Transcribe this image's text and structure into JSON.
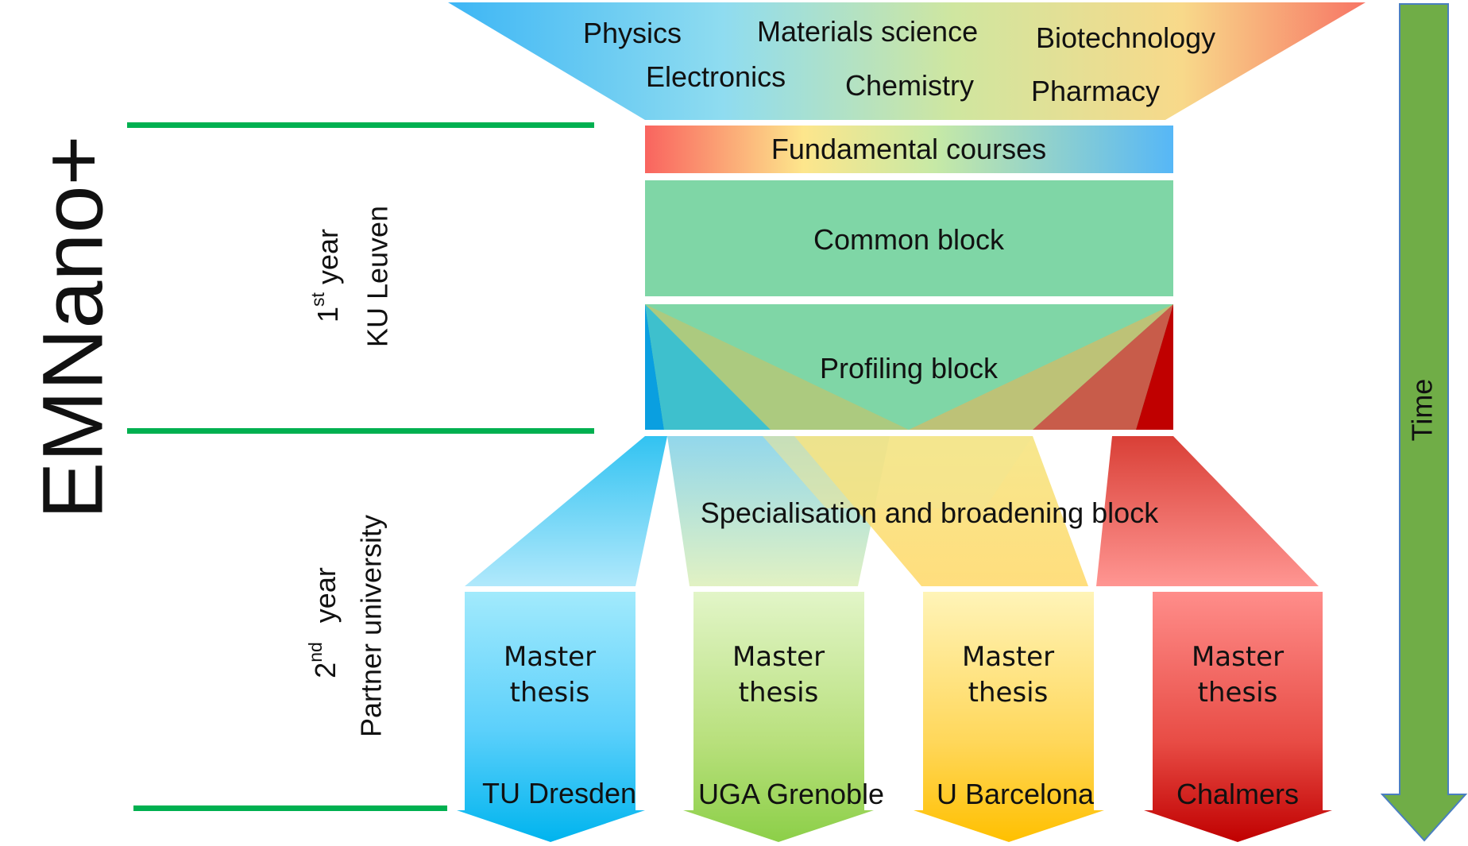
{
  "title": "EMNano+",
  "disciplines": [
    "Physics",
    "Materials science",
    "Biotechnology",
    "Electronics",
    "Chemistry",
    "Pharmacy"
  ],
  "blocks": {
    "fundamental": "Fundamental courses",
    "common": "Common block",
    "profiling": "Profiling block",
    "specialisation": "Specialisation and broadening block"
  },
  "year1": {
    "ordinal_num": "1",
    "ordinal_sup": "st",
    "word": "year",
    "place": "KU Leuven"
  },
  "year2": {
    "ordinal_num": "2",
    "ordinal_sup": "nd",
    "word": "year",
    "place": "Partner university"
  },
  "thesis": {
    "line1": "Master",
    "line2": "thesis"
  },
  "universities": [
    "TU Dresden",
    "UGA Grenoble",
    "U Barcelona",
    "Chalmers"
  ],
  "time_label": "Time",
  "colors": {
    "blue": "#35b7f2",
    "green": "#7fd6a6",
    "lime": "#92d050",
    "yellow": "#ffc000",
    "red": "#c00000",
    "divider": "#00b050",
    "time_arrow": "#70ad47"
  }
}
